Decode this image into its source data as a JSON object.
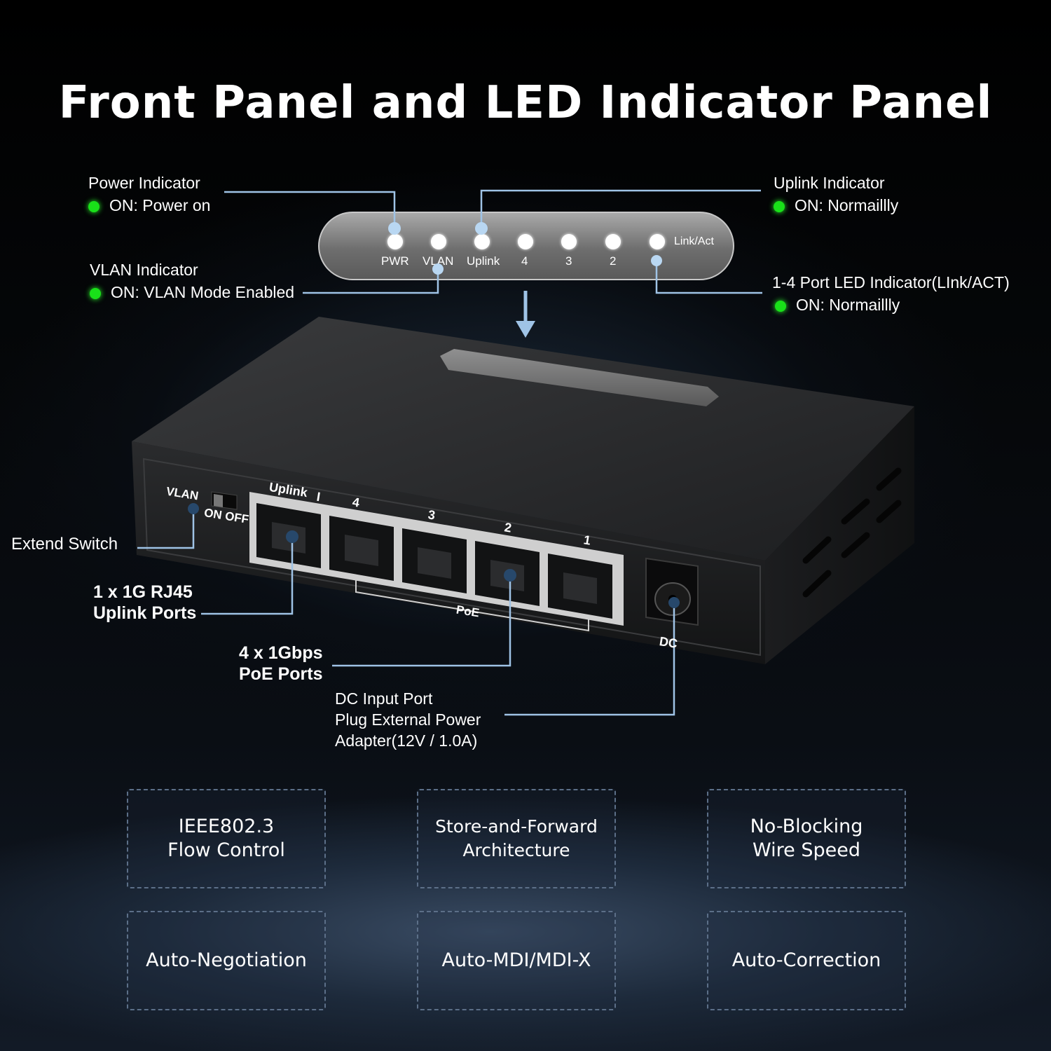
{
  "title": "Front Panel and LED Indicator Panel",
  "indicators": {
    "power": {
      "name": "Power Indicator",
      "state": "ON: Power on"
    },
    "vlan": {
      "name": "VLAN Indicator",
      "state": "ON: VLAN Mode Enabled"
    },
    "uplink": {
      "name": "Uplink Indicator",
      "state": "ON: Normaillly"
    },
    "ports": {
      "name": "1-4 Port LED Indicator(LInk/ACT)",
      "state": "ON: Normaillly"
    }
  },
  "led_panel": {
    "labels": [
      "PWR",
      "VLAN",
      "Uplink",
      "4",
      "3",
      "2"
    ],
    "link_act": "Link/Act"
  },
  "device": {
    "vlan_label": "VLAN",
    "switch_label": "ON OFF",
    "uplink_label": "Uplink",
    "port_numbers": [
      "I",
      "4",
      "3",
      "2",
      "1"
    ],
    "poe_label": "PoE",
    "dc_label": "DC"
  },
  "callouts": {
    "extend_switch": "Extend Switch",
    "uplink_ports": [
      "1 x 1G RJ45",
      "Uplink Ports"
    ],
    "poe_ports": [
      "4 x 1Gbps",
      "PoE Ports"
    ],
    "dc_input": [
      "DC Input Port",
      "Plug External Power",
      "Adapter(12V / 1.0A)"
    ]
  },
  "features": [
    [
      "IEEE802.3",
      "Flow Control"
    ],
    [
      "Store-and-Forward",
      "Architecture"
    ],
    [
      "No-Blocking",
      "Wire Speed"
    ],
    [
      "Auto-Negotiation"
    ],
    [
      "Auto-MDI/MDI-X"
    ],
    [
      "Auto-Correction"
    ]
  ],
  "colors": {
    "led_on": "#19e019",
    "callout_line": "#9fc3e6",
    "background": "#000000"
  }
}
